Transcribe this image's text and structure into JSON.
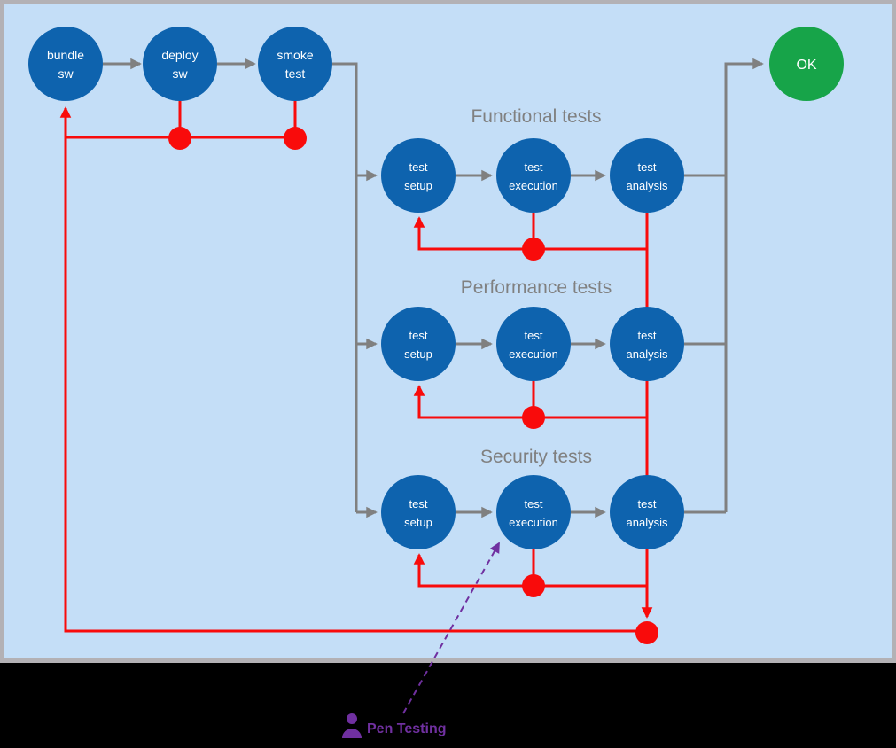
{
  "colors": {
    "canvas_black": "#000000",
    "frame_gray": "#B3B1B5",
    "slide_blue": "#C4DEF7",
    "node_blue": "#0E63AE",
    "ok_green": "#17A449",
    "fail_red": "#F90B0B",
    "connector_gray": "#808080",
    "title_gray": "#808080",
    "label_white": "#FFFFFF",
    "pen_purple": "#7030A0"
  },
  "pipeline": {
    "stages": [
      {
        "line1": "bundle",
        "line2": "sw"
      },
      {
        "line1": "deploy",
        "line2": "sw"
      },
      {
        "line1": "smoke",
        "line2": "test"
      }
    ],
    "ok_label": "OK",
    "groups": [
      {
        "title": "Functional tests",
        "nodes": [
          {
            "line1": "test",
            "line2": "setup"
          },
          {
            "line1": "test",
            "line2": "execution"
          },
          {
            "line1": "test",
            "line2": "analysis"
          }
        ]
      },
      {
        "title": "Performance tests",
        "nodes": [
          {
            "line1": "test",
            "line2": "setup"
          },
          {
            "line1": "test",
            "line2": "execution"
          },
          {
            "line1": "test",
            "line2": "analysis"
          }
        ]
      },
      {
        "title": "Security tests",
        "nodes": [
          {
            "line1": "test",
            "line2": "setup"
          },
          {
            "line1": "test",
            "line2": "execution"
          },
          {
            "line1": "test",
            "line2": "analysis"
          }
        ]
      }
    ],
    "annotation": {
      "label": "Pen Testing",
      "icon": "person-icon"
    }
  }
}
